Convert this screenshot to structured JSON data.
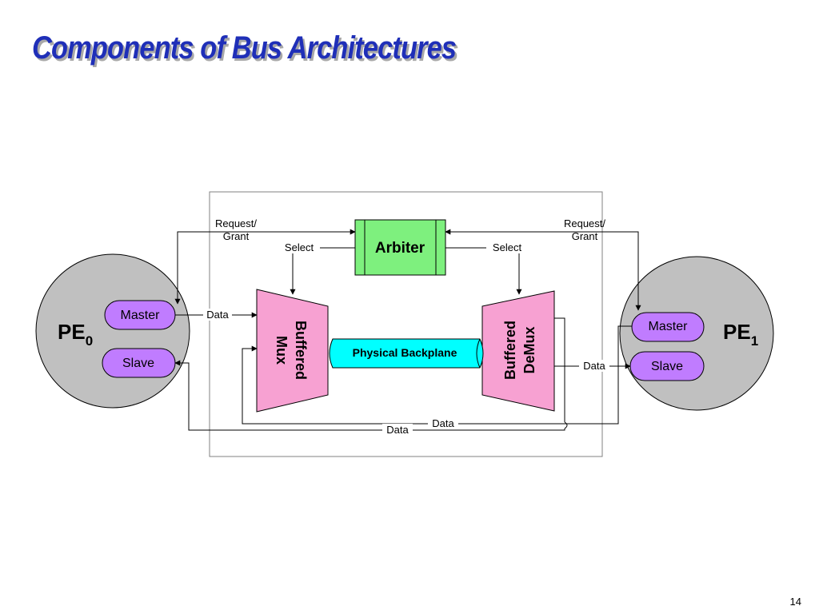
{
  "title": "Components of Bus Architectures",
  "page_number": "14",
  "diagram": {
    "arbiter": "Arbiter",
    "buffered_mux": [
      "Buffered",
      "Mux"
    ],
    "buffered_demux": [
      "Buffered",
      "DeMux"
    ],
    "backplane": "Physical Backplane",
    "request_grant_left": [
      "Request/",
      "Grant"
    ],
    "request_grant_right": [
      "Request/",
      "Grant"
    ],
    "select_left": "Select",
    "select_right": "Select",
    "data_pe0_master": "Data",
    "data_demux_out": "Data",
    "data_bottom_inner": "Data",
    "data_bottom_outer": "Data",
    "pe0": {
      "name": "PE",
      "sub": "0",
      "master": "Master",
      "slave": "Slave"
    },
    "pe1": {
      "name": "PE",
      "sub": "1",
      "master": "Master",
      "slave": "Slave"
    }
  },
  "colors": {
    "title": "#1f2fb8",
    "arbiter_fill": "#7ef07e",
    "mux_fill": "#f7a1d2",
    "backplane_fill": "#00ffff",
    "pe_fill": "#c0c0c0",
    "port_fill": "#c07cff"
  }
}
